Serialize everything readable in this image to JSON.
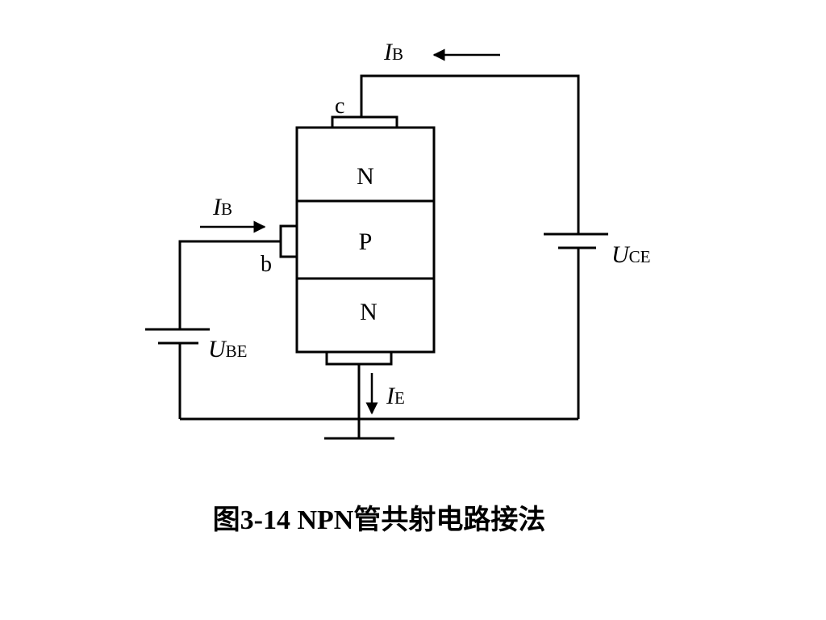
{
  "regions": {
    "top": "N",
    "middle": "P",
    "bottom": "N"
  },
  "pins": {
    "collector": "c",
    "base": "b"
  },
  "currents": {
    "collector_current": {
      "symbol": "I",
      "subscript": "B"
    },
    "base_current": {
      "symbol": "I",
      "subscript": "B"
    },
    "emitter_current": {
      "symbol": "I",
      "subscript": "E"
    }
  },
  "voltages": {
    "base_emitter": {
      "symbol": "U",
      "subscript": "BE"
    },
    "collector_emitter": {
      "symbol": "U",
      "subscript": "CE"
    }
  },
  "caption": "图3-14  NPN管共射电路接法"
}
